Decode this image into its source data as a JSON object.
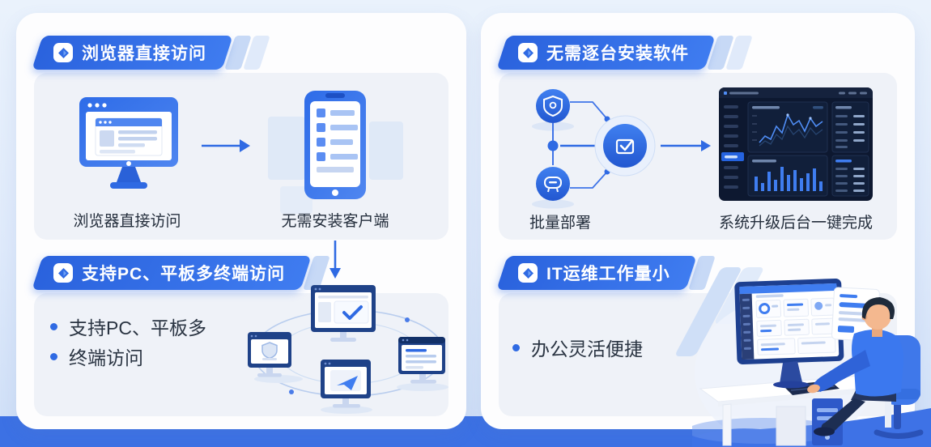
{
  "page": {
    "accent": "#2f6ae3",
    "badge_gradient": [
      "#2a62dd",
      "#3f7cf0"
    ],
    "panel_color": "#fdfdfe",
    "card_color": "#eff2f8",
    "bottom_bar_color": "#3c71e4",
    "background_color": "#dfeafb"
  },
  "left_panel": {
    "section1": {
      "header": "浏览器直接访问",
      "items": [
        {
          "icon": "desktop-browser-icon",
          "label": "浏览器直接访问"
        },
        {
          "icon": "smartphone-icon",
          "label": "无需安装客户端"
        }
      ]
    },
    "section2": {
      "header": "支持PC、平板多终端访问",
      "bullets": [
        "支持PC、平板多",
        "终端访问"
      ],
      "illustration": "device-network-illustration"
    }
  },
  "right_panel": {
    "section1": {
      "header": "无需逐台安装软件",
      "flow_label": "批量部署",
      "result_label": "系统升级后台一键完成",
      "illustration": "deployment-flow-illustration"
    },
    "section2": {
      "header": "IT运维工作量小",
      "bullets": [
        "办公灵活便捷"
      ],
      "illustration": "person-at-desk-illustration"
    }
  }
}
